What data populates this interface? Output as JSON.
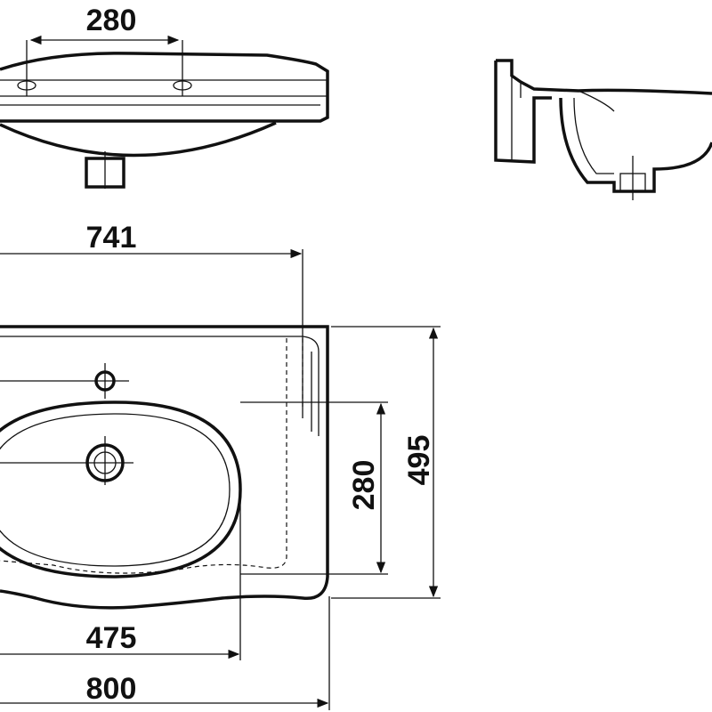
{
  "dimensions": {
    "top_hole_spacing": "280",
    "overall_inner_width": "741",
    "depth": "495",
    "basin_depth": "280",
    "basin_width": "475",
    "overall_width": "800"
  },
  "colors": {
    "line": "#111111",
    "background": "#ffffff"
  }
}
